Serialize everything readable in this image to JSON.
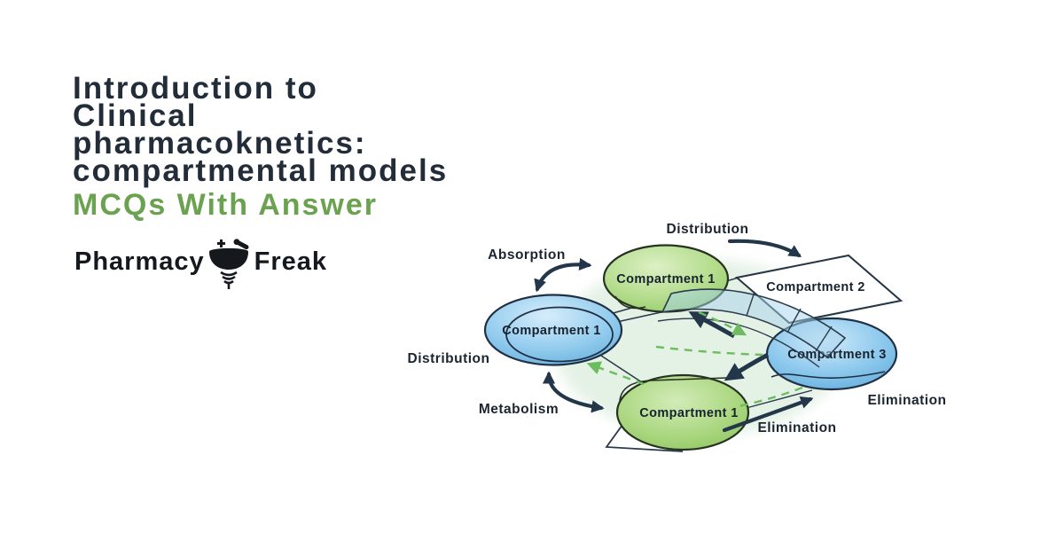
{
  "page": {
    "background": "#ffffff"
  },
  "title": {
    "lines": [
      "Introduction to",
      "Clinical",
      "pharmacoknetics:",
      "compartmental models"
    ],
    "highlight": "MCQs With Answer"
  },
  "logo": {
    "word_left": "Pharmacy",
    "word_right": "Freak",
    "icon": "mortar-pestle-icon"
  },
  "diagram": {
    "compartments": [
      {
        "id": "top-green",
        "label": "Compartment 1",
        "shape": "ellipse",
        "fill": "green"
      },
      {
        "id": "left-blue",
        "label": "Compartment 1",
        "shape": "ellipse",
        "fill": "blue"
      },
      {
        "id": "plane-white",
        "label": "Compartment 2",
        "shape": "parallelogram",
        "fill": "white"
      },
      {
        "id": "right-blue",
        "label": "Compartment 3",
        "shape": "ellipse",
        "fill": "blue"
      },
      {
        "id": "bottom-green",
        "label": "Compartment 1",
        "shape": "ellipse",
        "fill": "green"
      }
    ],
    "process_labels": {
      "absorption": "Absorption",
      "distribution_top": "Distribution",
      "distribution_left": "Distribution",
      "metabolism": "Metabolism",
      "elimination_right": "Elimination",
      "elimination_bottom": "Elimination"
    }
  },
  "colors": {
    "title_text": "#232d39",
    "title_highlight": "#6ba24f",
    "logo_text": "#15181c",
    "diagram_label": "#1b2531",
    "green_node_fill": "#a5d37b",
    "green_node_stroke": "#2a3826",
    "blue_node_fill": "#7fc2e8",
    "blue_node_stroke": "#203043",
    "dark_arrow": "#24364a",
    "dashed_arrow_green": "#6dbd60",
    "halo_green": "#e2f0e3",
    "ribbon_blue": "#a8d3ec"
  }
}
